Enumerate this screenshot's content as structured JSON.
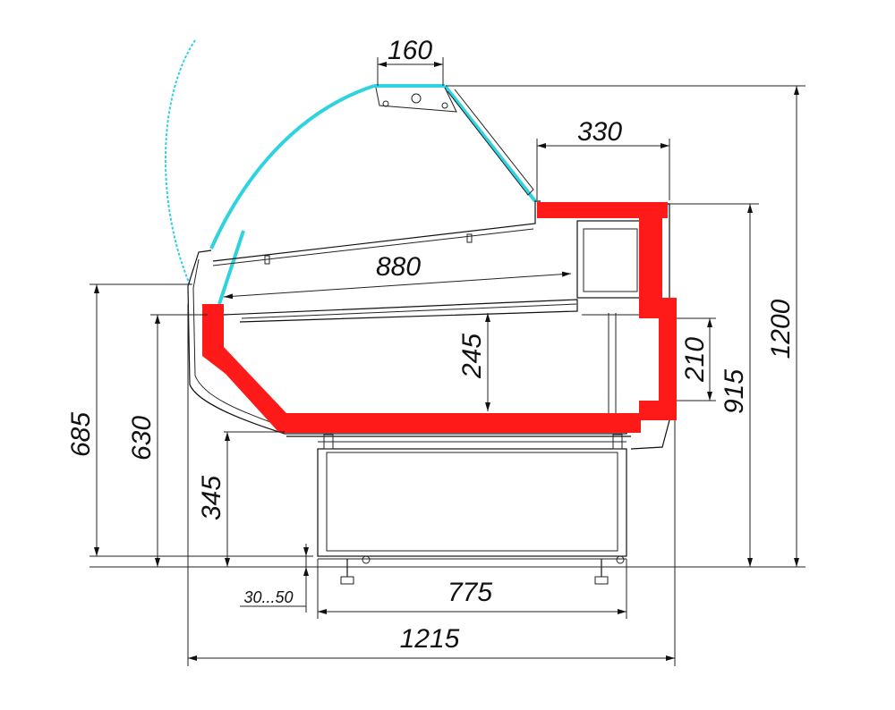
{
  "colors": {
    "insulation": "#ff1a1a",
    "glass": "#2fd3e0",
    "lines": "#111111",
    "background": "#ffffff"
  },
  "dimensions": {
    "top_width": "160",
    "rear_shelf_width": "330",
    "shelf_depth": "880",
    "display_height": "245",
    "rear_wall_height": "210",
    "total_height": "1200",
    "counter_height": "915",
    "front_height": "685",
    "working_height": "630",
    "base_height": "345",
    "foot_adjust": "30...50",
    "base_width": "775",
    "total_depth": "1215"
  }
}
